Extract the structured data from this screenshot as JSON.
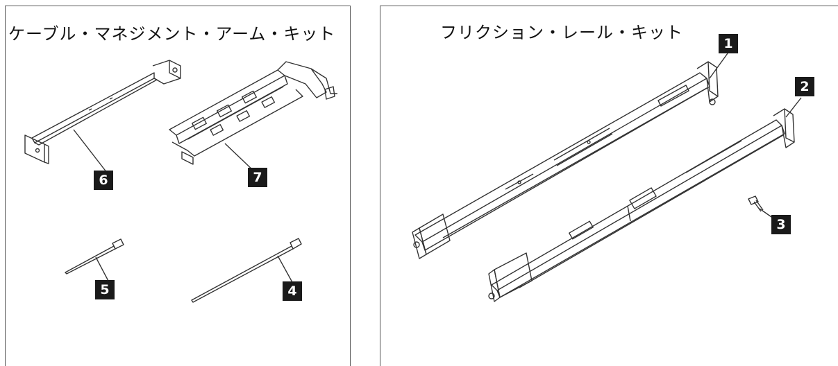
{
  "left_panel": {
    "title": "ケーブル・マネジメント・アーム・キット",
    "callouts": [
      "6",
      "7",
      "5",
      "4"
    ]
  },
  "right_panel": {
    "title": "フリクション・レール・キット",
    "callouts": [
      "1",
      "2",
      "3"
    ]
  },
  "colors": {
    "line": "#333333",
    "callout_bg": "#1a1a1a",
    "callout_text": "#ffffff"
  }
}
